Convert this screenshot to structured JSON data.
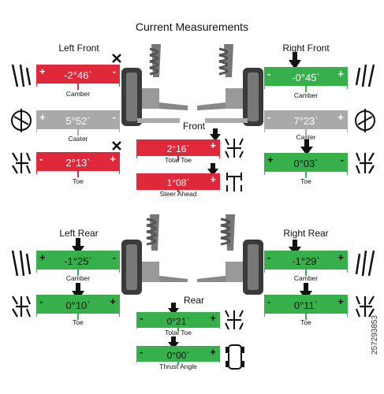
{
  "title": "Current Measurements",
  "colors": {
    "red": "#e0283b",
    "green": "#37b04b",
    "gray": "#a9a9a9"
  },
  "front": {
    "label": "Front",
    "left_label": "Left Front",
    "right_label": "Right Front",
    "left_camber": {
      "value": "-2°46`",
      "label": "Camber",
      "status": "out"
    },
    "left_caster": {
      "value": "5°52`",
      "label": "Caster",
      "status": "n/a"
    },
    "left_toe": {
      "value": "2°13`",
      "label": "Toe",
      "status": "out"
    },
    "right_camber": {
      "value": "-0°45`",
      "label": "Camber",
      "status": "ok"
    },
    "right_caster": {
      "value": "7°23`",
      "label": "Caster",
      "status": "n/a"
    },
    "right_toe": {
      "value": "0°03`",
      "label": "Toe",
      "status": "ok"
    },
    "total_toe": {
      "value": "2°16`",
      "label": "Total Toe",
      "status": "out"
    },
    "steer_ahead": {
      "value": "1°08`",
      "label": "Steer Ahead",
      "status": "out"
    }
  },
  "rear": {
    "label": "Rear",
    "left_label": "Left Rear",
    "right_label": "Right Rear",
    "left_camber": {
      "value": "-1°25`",
      "label": "Camber",
      "status": "ok"
    },
    "left_toe": {
      "value": "0°10`",
      "label": "Toe",
      "status": "ok"
    },
    "right_camber": {
      "value": "-1°29`",
      "label": "Camber",
      "status": "ok"
    },
    "right_toe": {
      "value": "0°11`",
      "label": "Toe",
      "status": "ok"
    },
    "total_toe": {
      "value": "0°21`",
      "label": "Total Toe",
      "status": "ok"
    },
    "thrust_angle": {
      "value": "0°00`",
      "label": "Thrust Angle",
      "status": "ok"
    }
  },
  "symbols": {
    "plus": "+",
    "minus": "-"
  },
  "watermark": "257293853"
}
